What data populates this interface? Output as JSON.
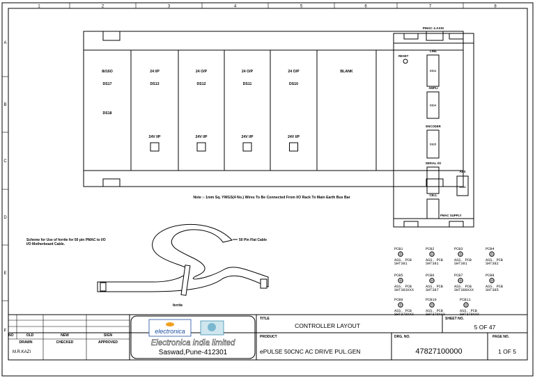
{
  "border": {
    "columns": [
      "1",
      "2",
      "3",
      "4",
      "5",
      "6",
      "7",
      "8"
    ],
    "rows": [
      "A",
      "B",
      "C",
      "D",
      "E",
      "F"
    ]
  },
  "rack": {
    "slots": [
      {
        "lines": [
          "8i/16O",
          "DS17",
          "DS18"
        ],
        "supply": ""
      },
      {
        "lines": [
          "24 I/P",
          "DS13"
        ],
        "supply": "24V I/P"
      },
      {
        "lines": [
          "24 O/P",
          "DS12"
        ],
        "supply": "24V I/P"
      },
      {
        "lines": [
          "24 O/P",
          "DS11"
        ],
        "supply": "24V I/P"
      },
      {
        "lines": [
          "24 O/P",
          "DS10"
        ],
        "supply": "24V I/P"
      },
      {
        "lines": [
          "BLANK"
        ],
        "supply": ""
      }
    ],
    "note": "Note :- 1mm Sq. YWGS(4 No.) Wires To Be Connected From I/O Rack To Main Earth Bus Bar"
  },
  "pmac": {
    "title": "PMAC 4 AXIS",
    "reset": "RESET",
    "modules": [
      {
        "label": "LINE",
        "tag": "DS14"
      },
      {
        "label": "AMPLI",
        "tag": "DS14"
      },
      {
        "label": "ENCODER",
        "tag": "DS15"
      },
      {
        "label": "SERIAL I/O",
        "tag": ""
      },
      {
        "label": "CELL",
        "tag": ""
      }
    ],
    "abs": {
      "label": "ABS",
      "tag": "DS16"
    },
    "supply": "PMAC SUPPLY"
  },
  "ferrite": {
    "scheme": "Scheme for Use of ferrite for 50 pin PMAC to I/O I/O Motherboard Cable.",
    "cable": "50 Pin Flat Cable",
    "ferrite": "ferrite"
  },
  "pcbs": [
    {
      "name": "PCB1",
      "line1": "ASS. PCB",
      "line2": "SHT381"
    },
    {
      "name": "PCB2",
      "line1": "ASS. PCB",
      "line2": "SHT381"
    },
    {
      "name": "PCB3",
      "line1": "ASS. PCB",
      "line2": "SHT381"
    },
    {
      "name": "PCB4",
      "line1": "ASS. PCB",
      "line2": "SHT382"
    },
    {
      "name": "PCB5",
      "line1": "ASS. PCB",
      "line2": "SHT383XXX"
    },
    {
      "name": "PCB6",
      "line1": "ASS. PCB",
      "line2": "SHT387"
    },
    {
      "name": "PCB7",
      "line1": "ASS. PCB",
      "line2": "SHT388XXX"
    },
    {
      "name": "PCB8",
      "line1": "ASS. PCB",
      "line2": "SHT385"
    },
    {
      "name": "PCB9",
      "line1": "ASS. PCB",
      "line2": "SHT379XXX"
    },
    {
      "name": "PCB10",
      "line1": "ASS. PCB",
      "line2": "SHT379XXX"
    },
    {
      "name": "PCB11",
      "line1": "ASS. PCB",
      "line2": "SHT379XXX"
    }
  ],
  "titleblock": {
    "headers": {
      "no": "NO",
      "old": "OLD",
      "new": "NEW",
      "sign": "SIGN"
    },
    "drawn": "DRAWN",
    "checked": "CHECKED",
    "approved": "APPROVED",
    "drawn_by": "M.R.KAZI",
    "company_logo": "electronica",
    "company_name": "Electronica india limited",
    "address": "Saswad,Pune-412301",
    "title_label": "TITLE",
    "title": "CONTROLLER LAYOUT",
    "sheet_label": "SHEET NO.",
    "sheet": "5 OF 47",
    "product_label": "PRODUCT",
    "product": "ePULSE 50CNC AC DRIVE PUL.GEN",
    "drg_label": "DRG. NO.",
    "drg": "47827100000",
    "page_label": "PAGE NO.",
    "page": "1 OF 5"
  }
}
